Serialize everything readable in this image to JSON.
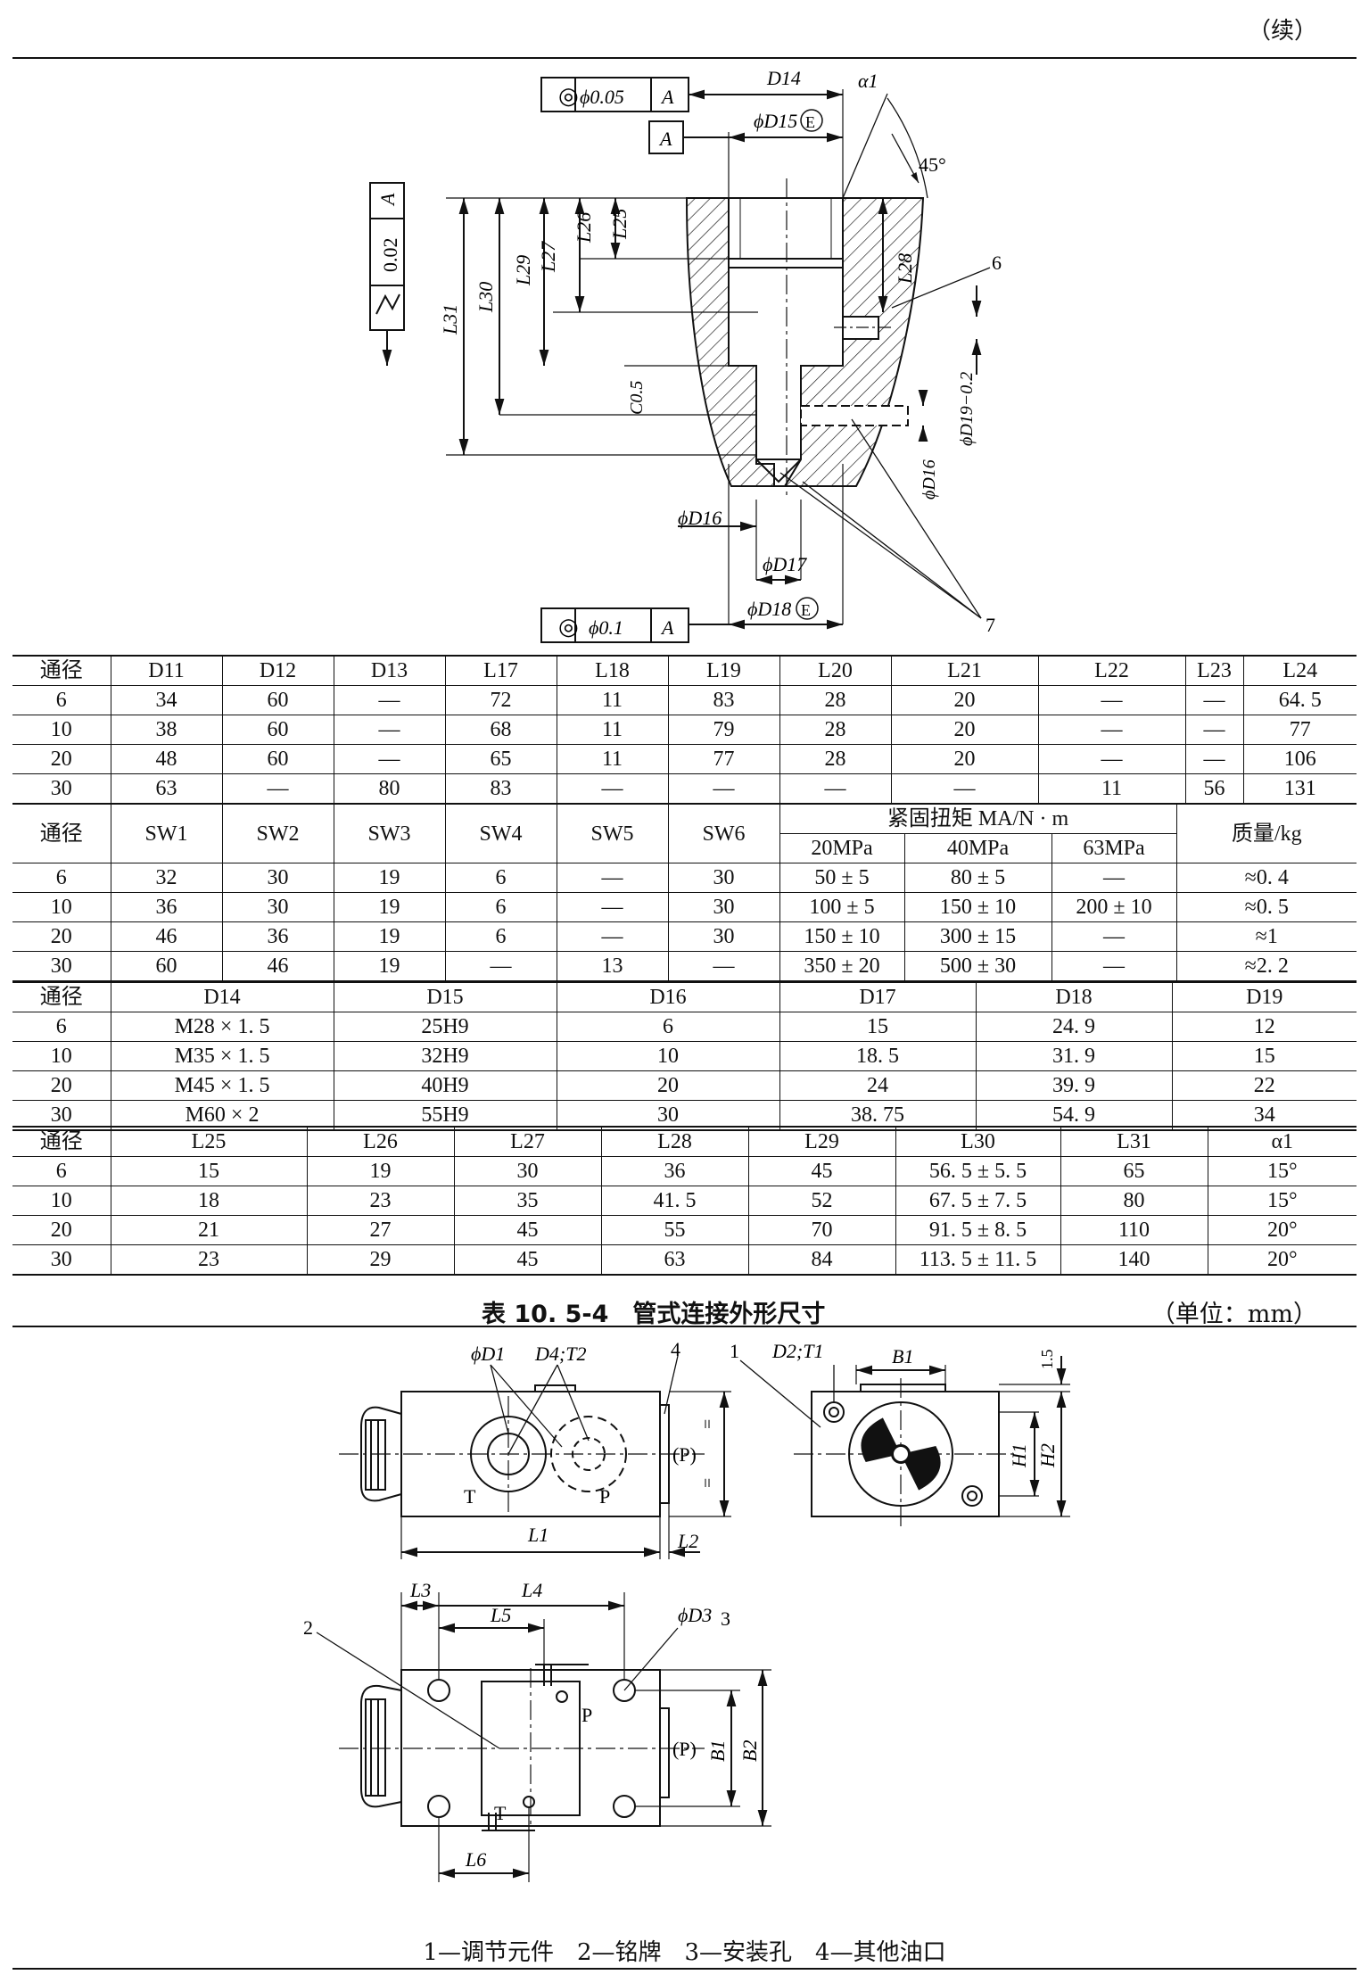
{
  "continued": "（续）",
  "drawing1": {
    "tol_top": {
      "symbol": "◎",
      "value": "ϕ0.05",
      "datum": "A"
    },
    "datum_box": "A",
    "tol_left": {
      "value": "0.02",
      "datum": "A"
    },
    "tol_bottom": {
      "symbol": "◎",
      "value": "ϕ0.1",
      "datum": "A"
    },
    "labels": {
      "D14": "D14",
      "alpha1": "α1",
      "D15": "ϕD15",
      "E": "E",
      "deg45": "45°",
      "L25": "L25",
      "L26": "L26",
      "L27": "L27",
      "L28": "L28",
      "L29": "L29",
      "L30": "L30",
      "L31": "L31",
      "C05": "C0.5",
      "D19": "ϕD19−0.2",
      "D16a": "ϕD16",
      "D16b": "ϕD16",
      "D17": "ϕD17",
      "D18": "ϕD18",
      "n6": "6",
      "n7": "7"
    }
  },
  "table1": {
    "headers": [
      "通径",
      "D11",
      "D12",
      "D13",
      "L17",
      "L18",
      "L19",
      "L20",
      "L21",
      "L22",
      "L23",
      "L24"
    ],
    "rows": [
      [
        "6",
        "34",
        "60",
        "—",
        "72",
        "11",
        "83",
        "28",
        "20",
        "—",
        "—",
        "64. 5"
      ],
      [
        "10",
        "38",
        "60",
        "—",
        "68",
        "11",
        "79",
        "28",
        "20",
        "—",
        "—",
        "77"
      ],
      [
        "20",
        "48",
        "60",
        "—",
        "65",
        "11",
        "77",
        "28",
        "20",
        "—",
        "—",
        "106"
      ],
      [
        "30",
        "63",
        "—",
        "80",
        "83",
        "—",
        "—",
        "—",
        "—",
        "11",
        "56",
        "131"
      ]
    ]
  },
  "table2": {
    "headers": [
      "通径",
      "SW1",
      "SW2",
      "SW3",
      "SW4",
      "SW5",
      "SW6"
    ],
    "torque_header": "紧固扭矩 MA/N · m",
    "torque_sub": [
      "20MPa",
      "40MPa",
      "63MPa"
    ],
    "mass_header": "质量/kg",
    "rows": [
      [
        "6",
        "32",
        "30",
        "19",
        "6",
        "—",
        "30",
        "50 ± 5",
        "80 ± 5",
        "—",
        "≈0. 4"
      ],
      [
        "10",
        "36",
        "30",
        "19",
        "6",
        "—",
        "30",
        "100 ± 5",
        "150 ± 10",
        "200 ± 10",
        "≈0. 5"
      ],
      [
        "20",
        "46",
        "36",
        "19",
        "6",
        "—",
        "30",
        "150 ± 10",
        "300 ± 15",
        "—",
        "≈1"
      ],
      [
        "30",
        "60",
        "46",
        "19",
        "—",
        "13",
        "—",
        "350 ± 20",
        "500 ± 30",
        "—",
        "≈2. 2"
      ]
    ]
  },
  "table3": {
    "headers": [
      "通径",
      "D14",
      "D15",
      "D16",
      "D17",
      "D18",
      "D19"
    ],
    "rows": [
      [
        "6",
        "M28 × 1. 5",
        "25H9",
        "6",
        "15",
        "24. 9",
        "12"
      ],
      [
        "10",
        "M35 × 1. 5",
        "32H9",
        "10",
        "18. 5",
        "31. 9",
        "15"
      ],
      [
        "20",
        "M45 × 1. 5",
        "40H9",
        "20",
        "24",
        "39. 9",
        "22"
      ],
      [
        "30",
        "M60 × 2",
        "55H9",
        "30",
        "38. 75",
        "54. 9",
        "34"
      ]
    ]
  },
  "table4": {
    "headers": [
      "通径",
      "L25",
      "L26",
      "L27",
      "L28",
      "L29",
      "L30",
      "L31",
      "α1"
    ],
    "rows": [
      [
        "6",
        "15",
        "19",
        "30",
        "36",
        "45",
        "56. 5 ± 5. 5",
        "65",
        "15°"
      ],
      [
        "10",
        "18",
        "23",
        "35",
        "41. 5",
        "52",
        "67. 5 ± 7. 5",
        "80",
        "15°"
      ],
      [
        "20",
        "21",
        "27",
        "45",
        "55",
        "70",
        "91. 5 ± 8. 5",
        "110",
        "20°"
      ],
      [
        "30",
        "23",
        "29",
        "45",
        "63",
        "84",
        "113. 5 ± 11. 5",
        "140",
        "20°"
      ]
    ]
  },
  "caption": {
    "title": "表 10. 5-4　管式连接外形尺寸",
    "unit": "（单位：mm）"
  },
  "drawing2": {
    "front": {
      "D1": "ϕD1",
      "D4T2": "D4;T2",
      "n4": "4",
      "T": "T",
      "P": "P",
      "Pp": "(P)",
      "L1": "L1",
      "L2": "L2",
      "eq1": "=",
      "eq2": "="
    },
    "side": {
      "n1": "1",
      "D2T1": "D2;T1",
      "B1": "B1",
      "dim15": "1.5",
      "H1": "H1",
      "H2": "H2"
    },
    "top": {
      "L3": "L3",
      "L4": "L4",
      "L5": "L5",
      "L6": "L6",
      "D3": "ϕD3",
      "n3": "3",
      "n2": "2",
      "P": "P",
      "T": "T",
      "Pp": "(P)",
      "B1": "B1",
      "B2": "B2"
    }
  },
  "legend": "1—调节元件　2—铭牌　3—安装孔　4—其他油口"
}
